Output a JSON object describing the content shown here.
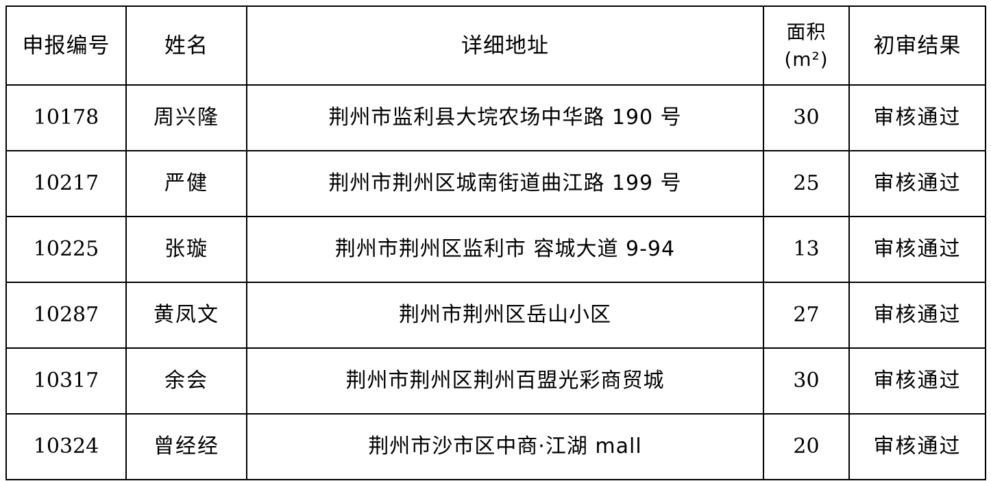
{
  "table": {
    "headers": {
      "id": "申报编号",
      "name": "姓名",
      "address": "详细地址",
      "area_label": "面积",
      "area_unit": "(m²)",
      "result": "初审结果"
    },
    "rows": [
      {
        "id": "10178",
        "name": "周兴隆",
        "address": "荆州市监利县大垸农场中华路 190 号",
        "area": "30",
        "result": "审核通过"
      },
      {
        "id": "10217",
        "name": "严健",
        "address": "荆州市荆州区城南街道曲江路 199 号",
        "area": "25",
        "result": "审核通过"
      },
      {
        "id": "10225",
        "name": "张璇",
        "address": "荆州市荆州区监利市 容城大道 9-94",
        "area": "13",
        "result": "审核通过"
      },
      {
        "id": "10287",
        "name": "黄凤文",
        "address": "荆州市荆州区岳山小区",
        "area": "27",
        "result": "审核通过"
      },
      {
        "id": "10317",
        "name": "余会",
        "address": "荆州市荆州区荆州百盟光彩商贸城",
        "area": "30",
        "result": "审核通过"
      },
      {
        "id": "10324",
        "name": "曾经经",
        "address": "荆州市沙市区中商·江湖 mall",
        "area": "20",
        "result": "审核通过"
      }
    ]
  }
}
